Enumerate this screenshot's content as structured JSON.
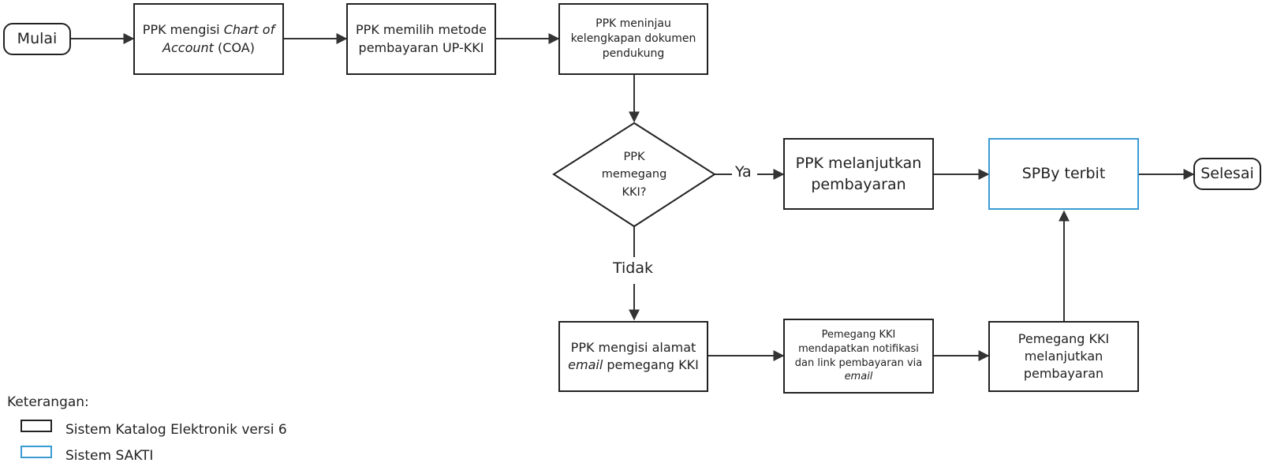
{
  "nodes": {
    "start": "Mulai",
    "coa": {
      "prefix": "PPK mengisi ",
      "italic": "Chart of Account",
      "suffix": " (COA)"
    },
    "method": "PPK memilih metode pembayaran UP-KKI",
    "review": "PPK meninjau kelengkapan dokumen pendukung",
    "decision": "PPK memegang KKI?",
    "continue_pay": "PPK melanjutkan pembayaran",
    "spby": "SPBy terbit",
    "end": "Selesai",
    "email_entry": {
      "prefix": "PPK mengisi alamat ",
      "italic": "email",
      "suffix": " pemegang KKI"
    },
    "notify": {
      "prefix": "Pemegang KKI mendapatkan notifikasi dan link pembayaran via ",
      "italic": "email"
    },
    "holder_pay": "Pemegang KKI melanjutkan pembayaran"
  },
  "edge_labels": {
    "yes": "Ya",
    "no": "Tidak"
  },
  "legend": {
    "title": "Keterangan:",
    "items": [
      {
        "label": "Sistem Katalog Elektronik versi 6",
        "color": "#222222"
      },
      {
        "label": "Sistem SAKTI",
        "color": "#3a9bd5"
      }
    ]
  }
}
